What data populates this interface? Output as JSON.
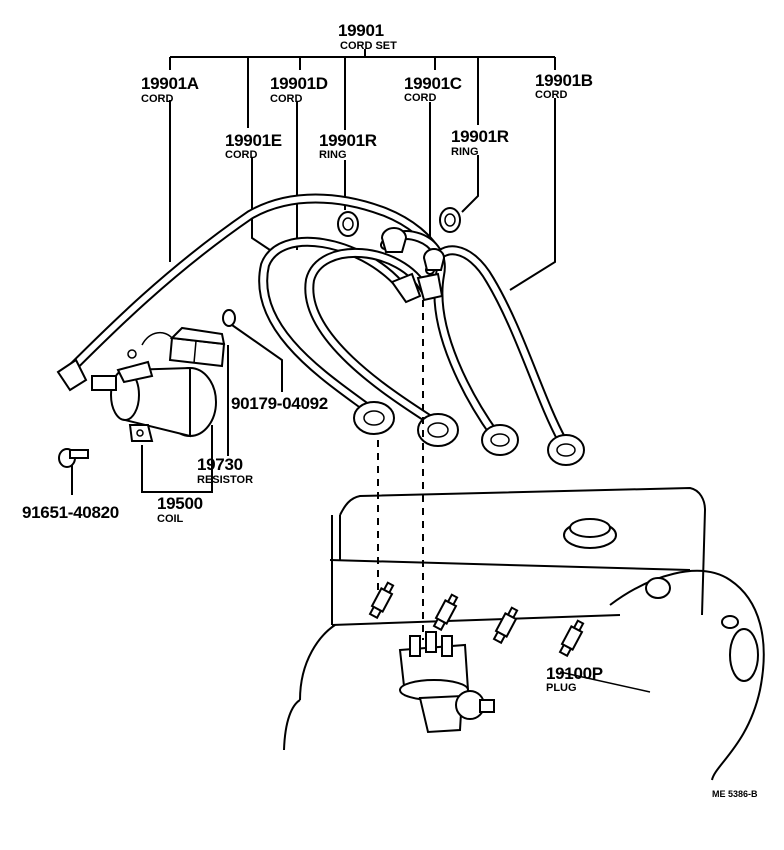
{
  "labels": {
    "cord_set": {
      "number": "19901",
      "name": "CORD SET"
    },
    "cord_a": {
      "number": "19901A",
      "name": "CORD"
    },
    "cord_d": {
      "number": "19901D",
      "name": "CORD"
    },
    "cord_c": {
      "number": "19901C",
      "name": "CORD"
    },
    "cord_b": {
      "number": "19901B",
      "name": "CORD"
    },
    "cord_e": {
      "number": "19901E",
      "name": "CORD"
    },
    "ring_left": {
      "number": "19901R",
      "name": "RING"
    },
    "ring_right": {
      "number": "19901R",
      "name": "RING"
    },
    "nut": {
      "number": "90179-04092"
    },
    "resistor": {
      "number": "19730",
      "name": "RESISTOR"
    },
    "coil": {
      "number": "19500",
      "name": "COIL"
    },
    "bolt": {
      "number": "91651-40820"
    },
    "plug": {
      "number": "19100P",
      "name": "PLUG"
    }
  },
  "figure_code": "ME 5386-B"
}
